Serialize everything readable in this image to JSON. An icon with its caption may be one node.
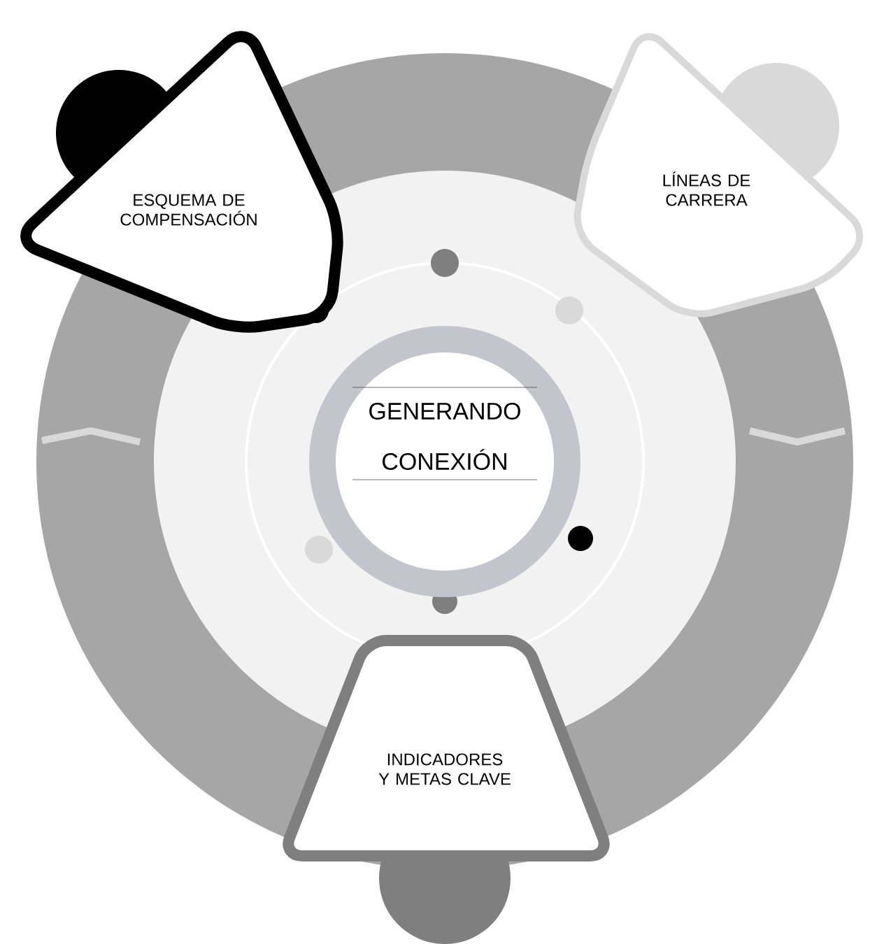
{
  "diagram": {
    "nodes": [
      {
        "text": [
          "GENERANDO CONEXIÓN"
        ]
      },
      {
        "text": [
          "ESQUEMA DE COMPENSACIÓN"
        ]
      },
      {
        "text": [
          "LÍNEAS DE CARRERA"
        ]
      },
      {
        "text": [
          "INDICADORES Y METAS CLAVE"
        ]
      }
    ]
  }
}
